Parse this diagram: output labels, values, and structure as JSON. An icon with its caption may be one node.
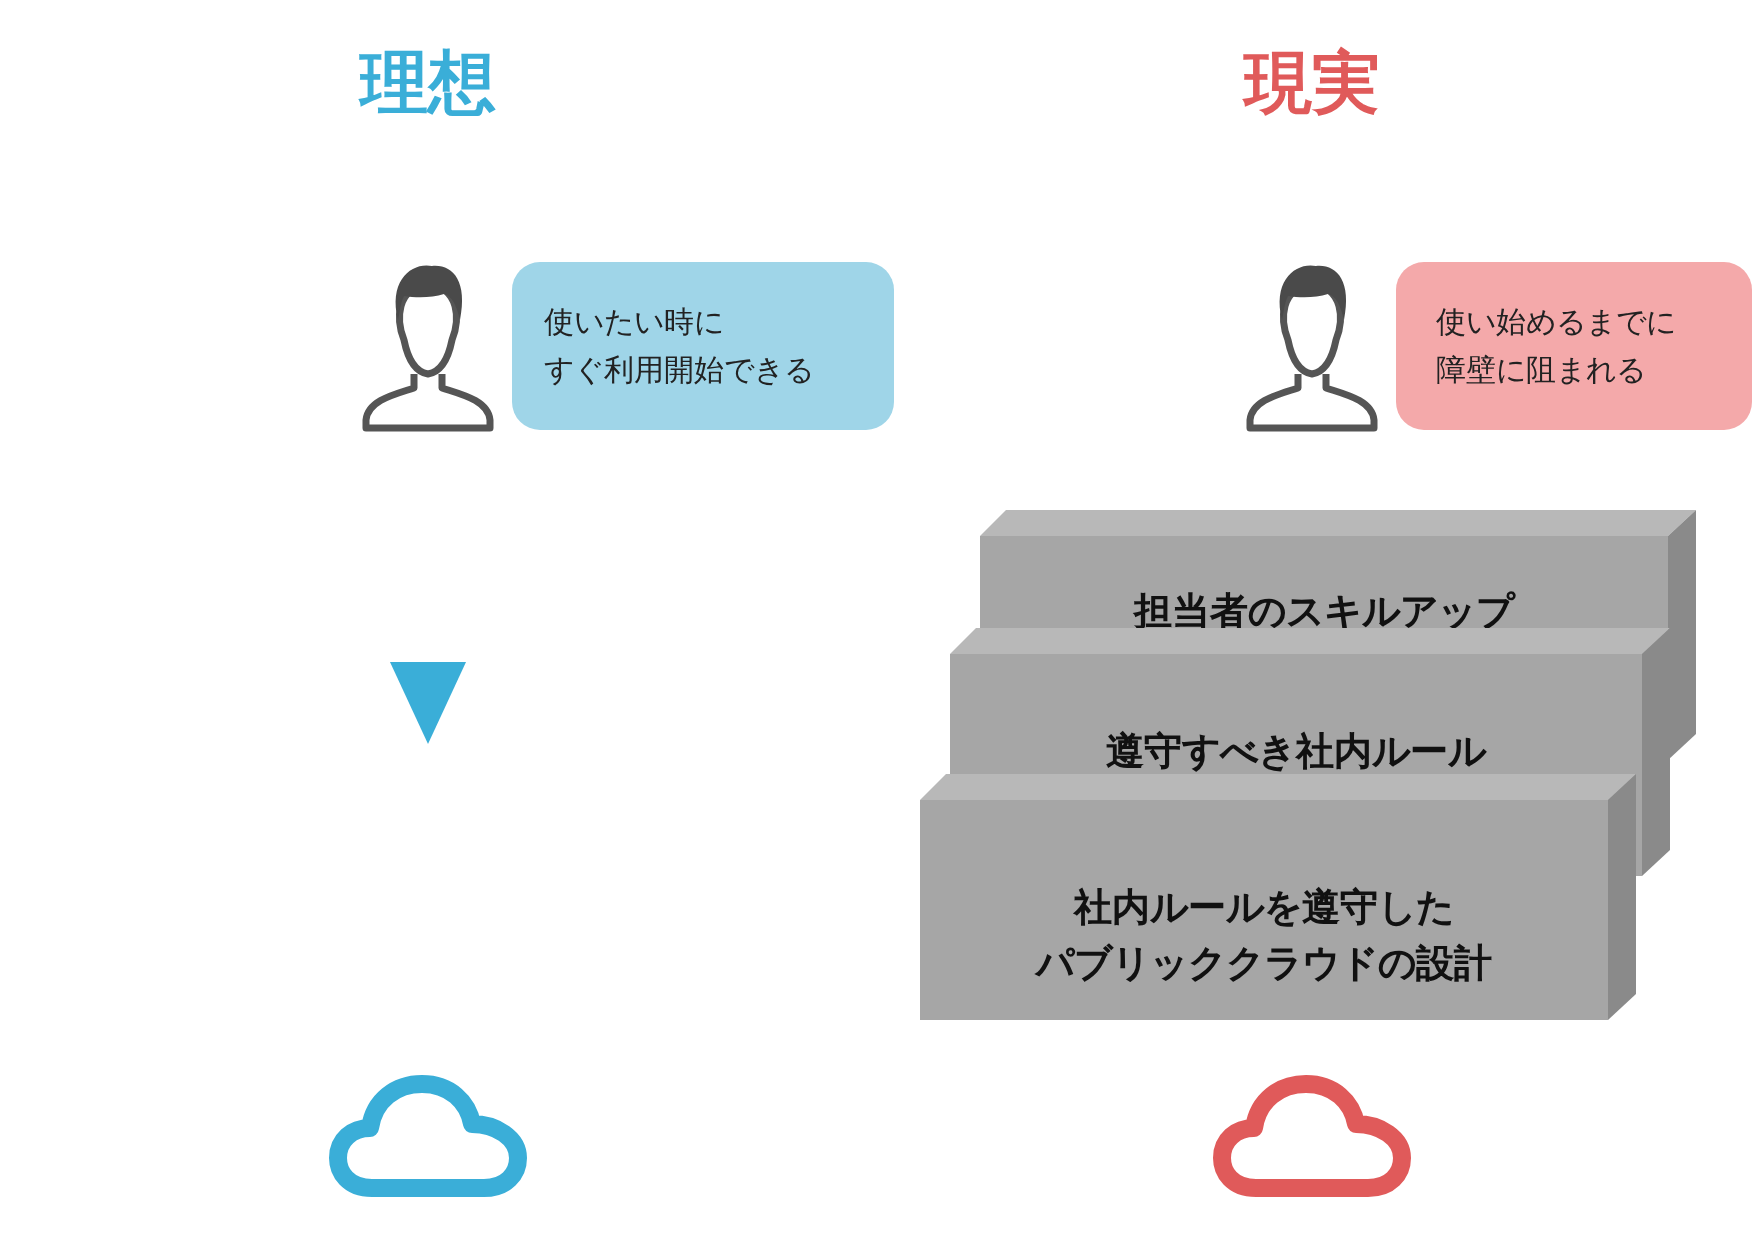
{
  "diagram": {
    "nodes": [
      {
        "text": [],
        "shape": "person"
      },
      {
        "text": [
          "使いたい時にすぐ利用開始できる"
        ]
      },
      {
        "text": [],
        "shape": "cloud"
      },
      {
        "text": [],
        "shape": "person"
      },
      {
        "text": [
          "使い始めるまでに障壁に阻まれる"
        ]
      },
      {
        "text": [
          "担当者のスキルアップ"
        ]
      },
      {
        "text": [
          "遵守すべき社内ルール"
        ]
      },
      {
        "text": [
          "社内ルールを遵守したパブリッククラウドの設計"
        ]
      },
      {
        "text": [],
        "shape": "cloud"
      }
    ],
    "labels": [
      "理想",
      "現実"
    ]
  }
}
